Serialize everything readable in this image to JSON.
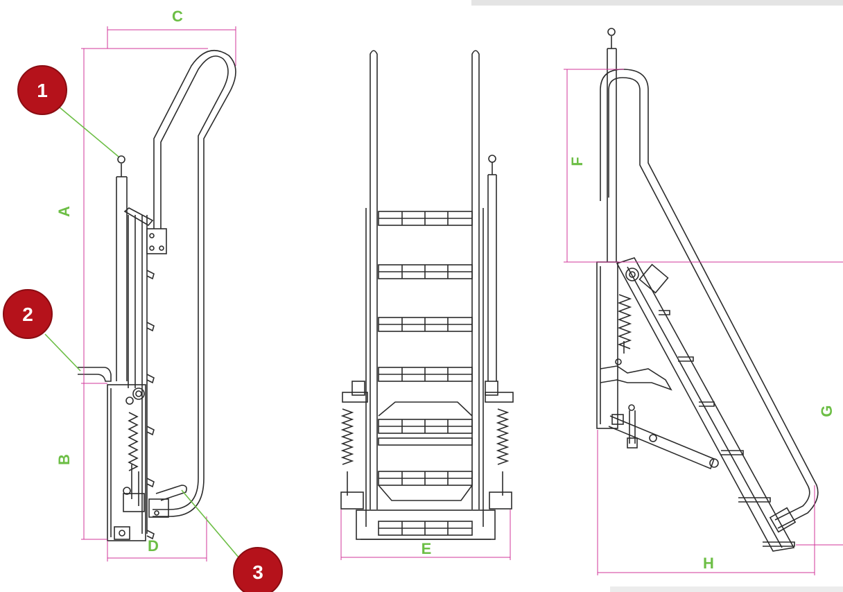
{
  "colors": {
    "line": "#2b2b2b",
    "dimension": "#d0369a",
    "label": "#6cbe45",
    "badge": "#b5121b",
    "callout": "#6cbe45"
  },
  "dimensions": {
    "A": "A",
    "B": "B",
    "C": "C",
    "D": "D",
    "E": "E",
    "F": "F",
    "G": "G",
    "H": "H"
  },
  "callouts": {
    "one": "1",
    "two": "2",
    "three": "3"
  },
  "views": [
    "side-view-folded",
    "front-view",
    "side-view-deployed"
  ]
}
